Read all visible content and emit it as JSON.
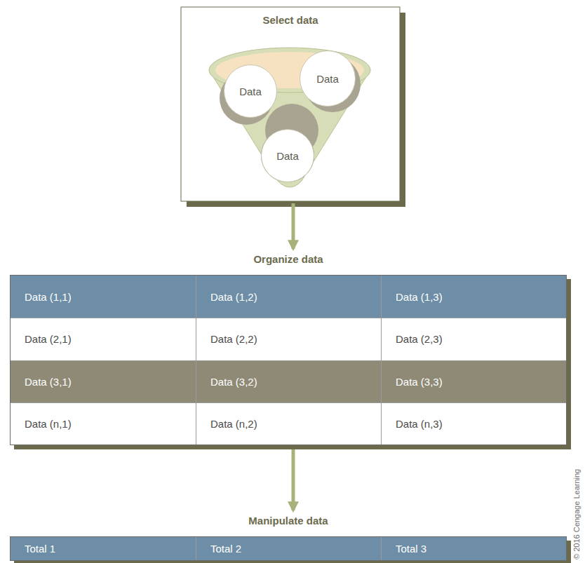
{
  "diagram": {
    "nodes": [
      {
        "text": [
          "Select data"
        ]
      },
      {
        "text": [
          "Data"
        ],
        "in": 0
      },
      {
        "text": [
          "Data"
        ],
        "in": 0
      },
      {
        "text": [
          "Data"
        ],
        "in": 0
      },
      {
        "text": [
          "Organize data"
        ]
      },
      {
        "text": [
          "Data (1,1)"
        ],
        "in": 4
      },
      {
        "text": [
          "Data (1,2)"
        ],
        "in": 4
      },
      {
        "text": [
          "Data (1,3)"
        ],
        "in": 4
      },
      {
        "text": [
          "Data (2,1)"
        ],
        "in": 4
      },
      {
        "text": [
          "Data (2,2)"
        ],
        "in": 4
      },
      {
        "text": [
          "Data (2,3)"
        ],
        "in": 4
      },
      {
        "text": [
          "Data (3,1)"
        ],
        "in": 4
      },
      {
        "text": [
          "Data (3,2)"
        ],
        "in": 4
      },
      {
        "text": [
          "Data (3,3)"
        ],
        "in": 4
      },
      {
        "text": [
          "Data (n,1)"
        ],
        "in": 4
      },
      {
        "text": [
          "Data (n,2)"
        ],
        "in": 4
      },
      {
        "text": [
          "Data (n,3)"
        ],
        "in": 4
      },
      {
        "text": [
          "Manipulate data"
        ]
      },
      {
        "text": [
          "Total 1"
        ],
        "in": 17
      },
      {
        "text": [
          "Total 2"
        ],
        "in": 17
      },
      {
        "text": [
          "Total 3"
        ],
        "in": 17
      }
    ],
    "edges": [
      {
        "from": 0,
        "to": 4,
        "arrow": "to"
      },
      {
        "from": 4,
        "to": 17,
        "arrow": "to"
      }
    ],
    "labels": [
      "© 2016 Cengage Learning"
    ]
  }
}
